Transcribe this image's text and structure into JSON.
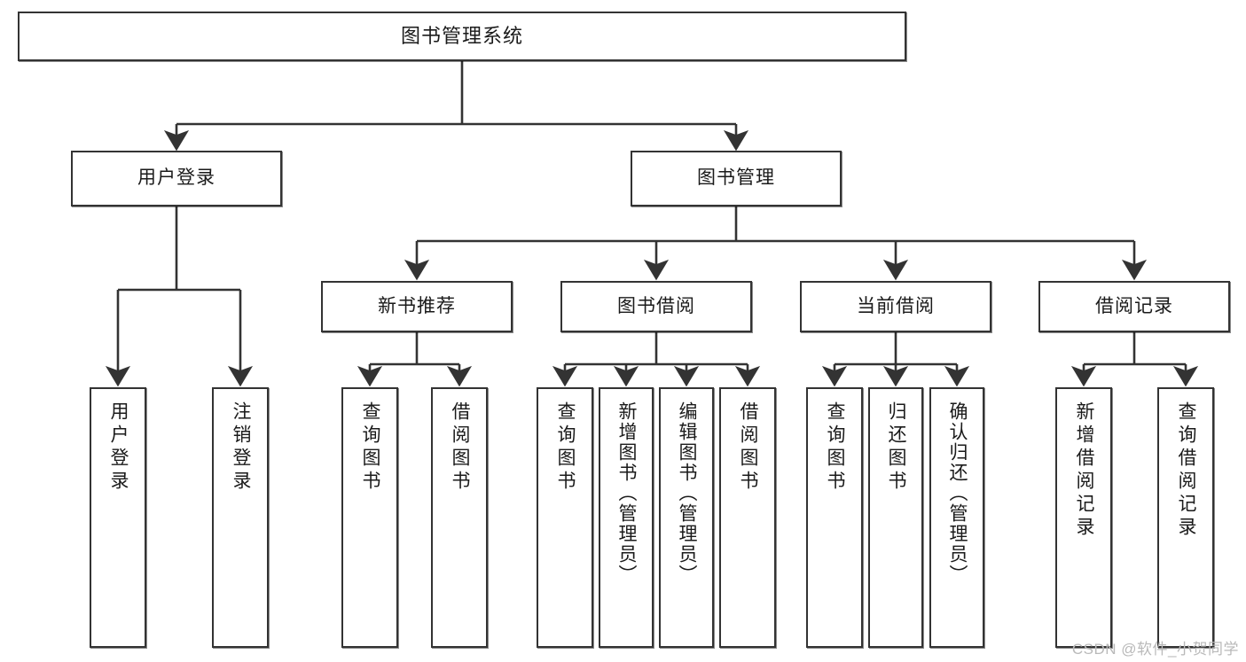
{
  "diagram": {
    "title": "图书管理系统",
    "type": "tree-hierarchy-chart",
    "watermark": "CSDN @软件_小贺同学",
    "stroke_color": "#333333",
    "fill_color": "#ffffff",
    "text_color": "#1a1a1a",
    "nodes": {
      "root": {
        "label": "图书管理系统"
      },
      "tier1": [
        {
          "label": "用户登录"
        },
        {
          "label": "图书管理"
        }
      ],
      "tier2": [
        {
          "label": "新书推荐"
        },
        {
          "label": "图书借阅"
        },
        {
          "label": "当前借阅"
        },
        {
          "label": "借阅记录"
        }
      ],
      "leaves": {
        "user_login": [
          {
            "label": "用户登录"
          },
          {
            "label": "注销登录"
          }
        ],
        "new_book_recommend": [
          {
            "label": "查询图书"
          },
          {
            "label": "借阅图书"
          }
        ],
        "book_borrow": [
          {
            "label": "查询图书"
          },
          {
            "label": "新增图书（管理员）"
          },
          {
            "label": "编辑图书（管理员）"
          },
          {
            "label": "借阅图书"
          }
        ],
        "current_borrow": [
          {
            "label": "查询图书"
          },
          {
            "label": "归还图书"
          },
          {
            "label": "确认归还（管理员）"
          }
        ],
        "borrow_record": [
          {
            "label": "新增借阅记录"
          },
          {
            "label": "查询借阅记录"
          }
        ]
      }
    }
  }
}
